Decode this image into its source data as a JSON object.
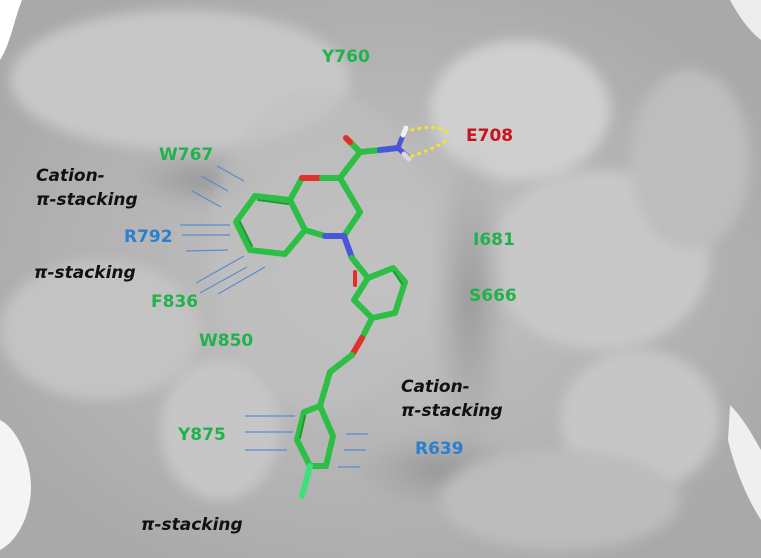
{
  "figure": {
    "description": "Docking pose of a benzoxazine carboxamide ligand in a protein binding pocket (surface view)",
    "colors": {
      "surface": "#b8b8b8",
      "ligand_carbon": "#2dbf45",
      "oxygen": "#e0302a",
      "nitrogen": "#4a56d8",
      "hydrogen": "#e8e8e8",
      "halogen": "#3de07a",
      "hbond": "#f5e61a",
      "pi_line": "#5a8ad0",
      "residue_green": "#22b24c",
      "residue_blue": "#2b7fcf",
      "residue_red": "#c8141e"
    }
  },
  "residues": [
    {
      "id": "Y760",
      "label": "Y760",
      "color": "green"
    },
    {
      "id": "E708",
      "label": "E708",
      "color": "red"
    },
    {
      "id": "W767",
      "label": "W767",
      "color": "green"
    },
    {
      "id": "R792",
      "label": "R792",
      "color": "blue"
    },
    {
      "id": "I681",
      "label": "I681",
      "color": "green"
    },
    {
      "id": "S666",
      "label": "S666",
      "color": "green"
    },
    {
      "id": "F836",
      "label": "F836",
      "color": "green"
    },
    {
      "id": "W850",
      "label": "W850",
      "color": "green"
    },
    {
      "id": "Y875",
      "label": "Y875",
      "color": "green"
    },
    {
      "id": "R639",
      "label": "R639",
      "color": "blue"
    }
  ],
  "interactions": [
    {
      "line1": "Cation-",
      "line2": "π-stacking"
    },
    {
      "line1": "π-stacking",
      "line2": ""
    },
    {
      "line1": "Cation-",
      "line2": "π-stacking"
    },
    {
      "line1": "π-stacking",
      "line2": ""
    }
  ]
}
